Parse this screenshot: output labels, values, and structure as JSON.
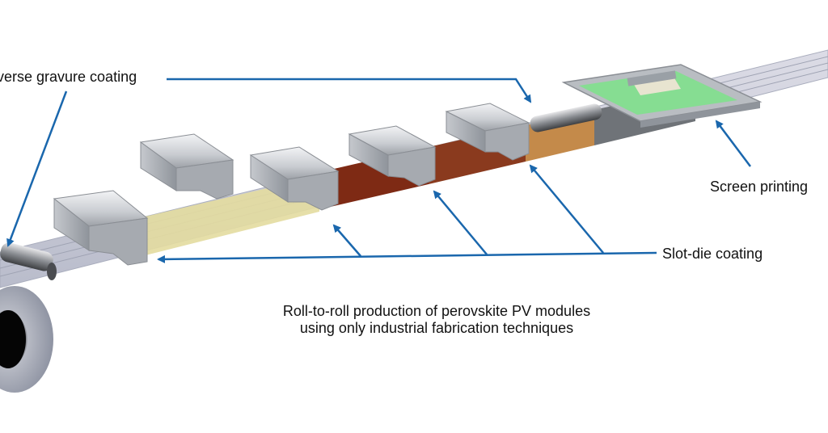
{
  "labels": {
    "gravure": "verse gravure coating",
    "screen": "Screen printing",
    "slot": "Slot-die coating"
  },
  "caption": {
    "line1": "Roll-to-roll production of perovskite PV modules",
    "line2": "using only industrial fabrication techniques"
  },
  "colors": {
    "arrow": "#1a67ad",
    "web": "#c8c8d8",
    "frame": "#9aa0a6",
    "ink_green": "#7ce38a",
    "layer_yellow": "#e3dca0",
    "layer_red": "#7e2a14",
    "layer_brown": "#c48a4a"
  }
}
